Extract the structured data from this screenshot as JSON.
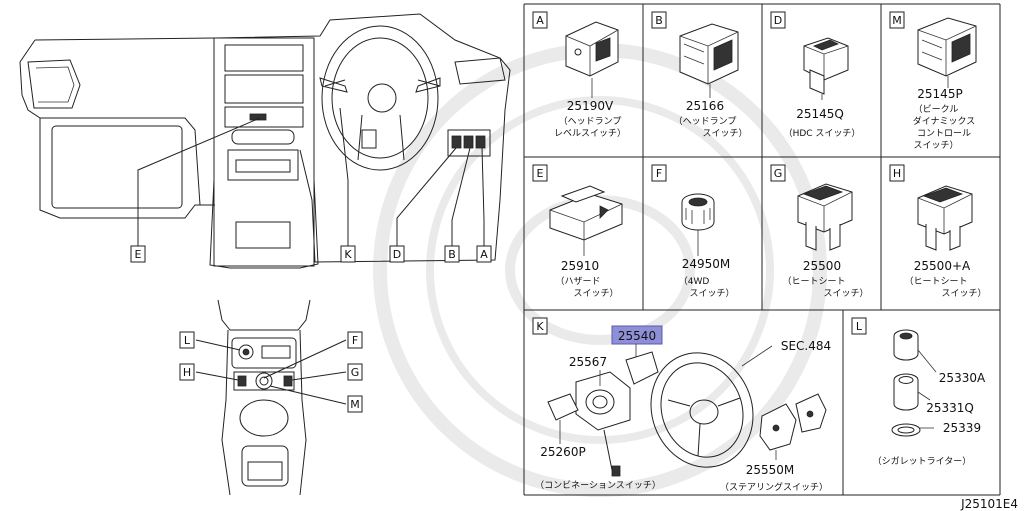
{
  "callouts": {
    "E": "E",
    "K": "K",
    "D": "D",
    "B": "B",
    "A": "A",
    "L": "L",
    "F": "F",
    "H": "H",
    "G": "G",
    "M": "M"
  },
  "cells": [
    {
      "letter": "A",
      "part": "25190V",
      "desc": [
        "（ヘッドランプ",
        "レベルスイッチ）"
      ]
    },
    {
      "letter": "B",
      "part": "25166",
      "desc": [
        "（ヘッドランプ",
        "スイッチ）"
      ]
    },
    {
      "letter": "D",
      "part": "25145Q",
      "desc": [
        "（HDC スイッチ）"
      ]
    },
    {
      "letter": "M",
      "part": "25145P",
      "desc": [
        "（ビークル",
        "ダイナミックス",
        "コントロール",
        "スイッチ）"
      ]
    },
    {
      "letter": "E",
      "part": "25910",
      "desc": [
        "（ハザード",
        "スイッチ）"
      ]
    },
    {
      "letter": "F",
      "part": "24950M",
      "desc": [
        "（4WD",
        "スイッチ）"
      ]
    },
    {
      "letter": "G",
      "part": "25500",
      "desc": [
        "（ヒートシート",
        "スイッチ）"
      ]
    },
    {
      "letter": "H",
      "part": "25500+A",
      "desc": [
        "（ヒートシート",
        "スイッチ）"
      ]
    }
  ],
  "panel_k": {
    "letter": "K",
    "highlight_part": "25540",
    "parts": [
      "25567",
      "25260P",
      "SEC.484",
      "25550M"
    ],
    "caption_left": "（コンビネーションスイッチ）",
    "caption_right": "（ステアリングスイッチ）"
  },
  "panel_l": {
    "letter": "L",
    "parts": [
      "25330A",
      "25331Q",
      "25339"
    ],
    "caption": "（シガレットライター）"
  },
  "diagram_id": "J25101E4",
  "colors": {
    "highlight": "#8e8fd6",
    "line": "#222222"
  }
}
